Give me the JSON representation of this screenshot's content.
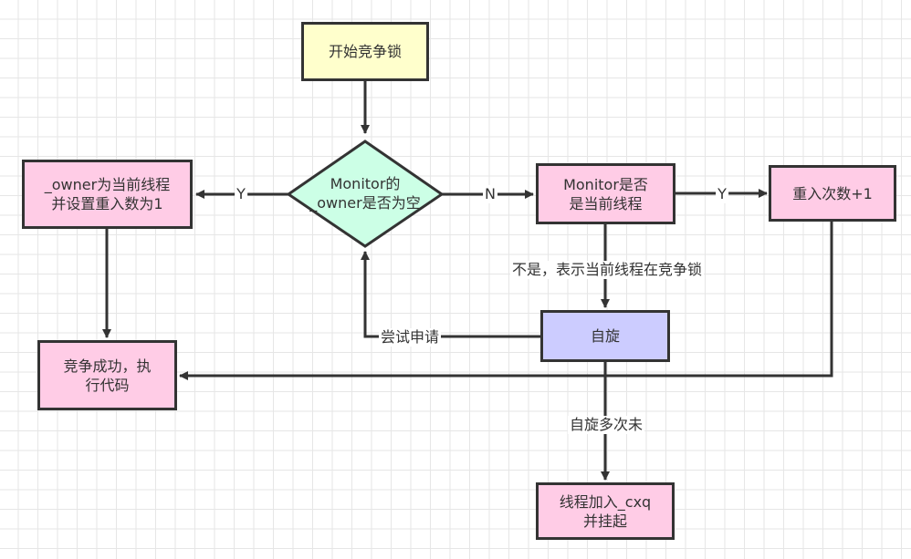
{
  "diagram": {
    "type": "flowchart",
    "colors": {
      "start": "#ffffcc",
      "decision": "#ccffe6",
      "process": "#ffcce6",
      "spin": "#ccccff",
      "stroke": "#333333",
      "grid": "#e6e6e6"
    },
    "nodes": {
      "start": {
        "label": "开始竞争锁"
      },
      "decision_owner_null": {
        "label": "Monitor的\n_owner是否为空"
      },
      "set_owner": {
        "label": "_owner为当前线程\n并设置重入数为1"
      },
      "is_current_thread": {
        "label": "Monitor是否\n是当前线程"
      },
      "reentry_inc": {
        "label": "重入次数+1"
      },
      "spin": {
        "label": "自旋"
      },
      "acquire_success": {
        "label": "竞争成功，执\n行代码"
      },
      "enqueue_cxq": {
        "label": "线程加入_cxq\n并挂起"
      }
    },
    "edges": [
      {
        "from": "start",
        "to": "decision_owner_null",
        "label": ""
      },
      {
        "from": "decision_owner_null",
        "to": "set_owner",
        "label": "Y"
      },
      {
        "from": "decision_owner_null",
        "to": "is_current_thread",
        "label": "N"
      },
      {
        "from": "is_current_thread",
        "to": "reentry_inc",
        "label": "Y"
      },
      {
        "from": "is_current_thread",
        "to": "spin",
        "label": "不是，表示当前线程在竞争锁"
      },
      {
        "from": "spin",
        "to": "decision_owner_null",
        "label": "尝试申请"
      },
      {
        "from": "set_owner",
        "to": "acquire_success",
        "label": ""
      },
      {
        "from": "reentry_inc",
        "to": "acquire_success",
        "label": ""
      },
      {
        "from": "spin",
        "to": "enqueue_cxq",
        "label": "自旋多次未"
      }
    ]
  }
}
